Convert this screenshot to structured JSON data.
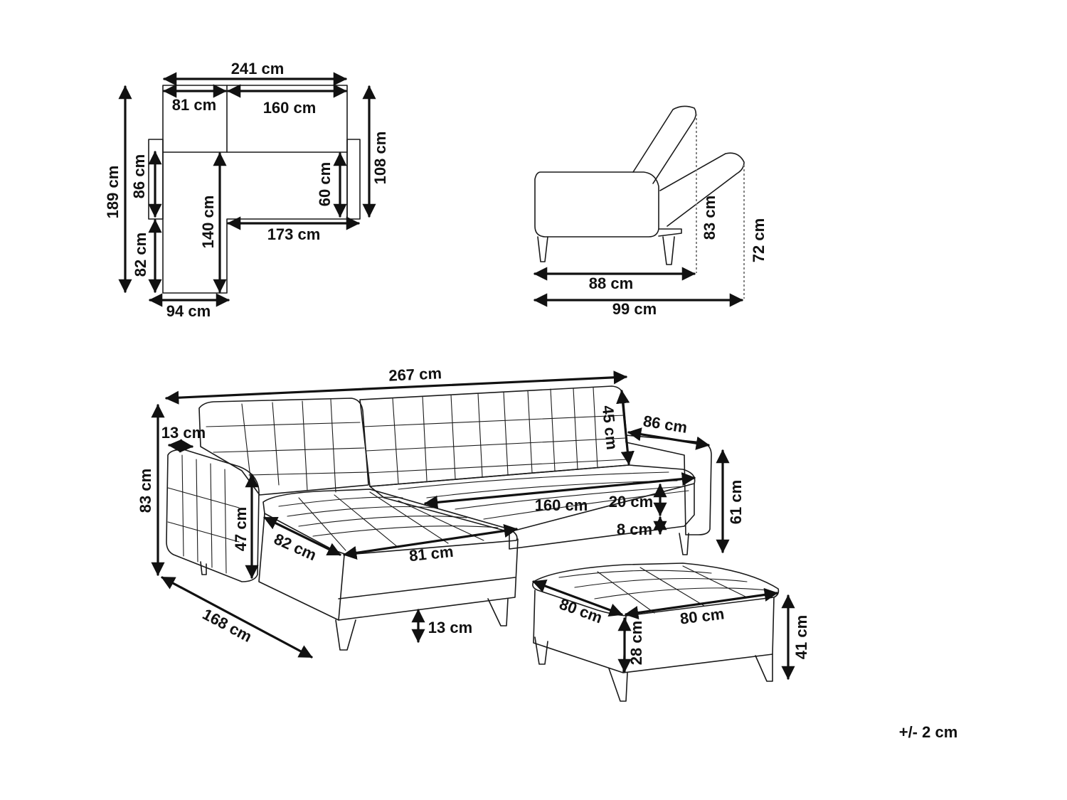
{
  "top_view": {
    "total_width": "241 cm",
    "chaise_width": "81 cm",
    "sofa_width": "160 cm",
    "total_depth": "189 cm",
    "back_depth": "86 cm",
    "chaise_extension": "82 cm",
    "chaise_length": "140 cm",
    "seat_depth": "60 cm",
    "sofa_depth": "108 cm",
    "sofa_seat_width": "173 cm",
    "bottom_width": "94 cm"
  },
  "side_view": {
    "backrest_height": "83 cm",
    "reclined_height": "72 cm",
    "upright_depth": "88 cm",
    "reclined_depth": "99 cm"
  },
  "main_view": {
    "overall_width": "267 cm",
    "armrest_width": "13 cm",
    "overall_height": "83 cm",
    "back_height": "45 cm",
    "sofa_depth": "86 cm",
    "seat_height": "61 cm",
    "seat_width": "160 cm",
    "cushion_height": "20 cm",
    "base_height": "8 cm",
    "arm_height": "47 cm",
    "chaise_depth": "82 cm",
    "chaise_width": "81 cm",
    "overall_length": "168 cm",
    "leg_height": "13 cm"
  },
  "ottoman": {
    "depth": "80 cm",
    "width": "80 cm",
    "cushion_height": "28 cm",
    "height": "41 cm"
  },
  "tolerance": "+/- 2 cm"
}
